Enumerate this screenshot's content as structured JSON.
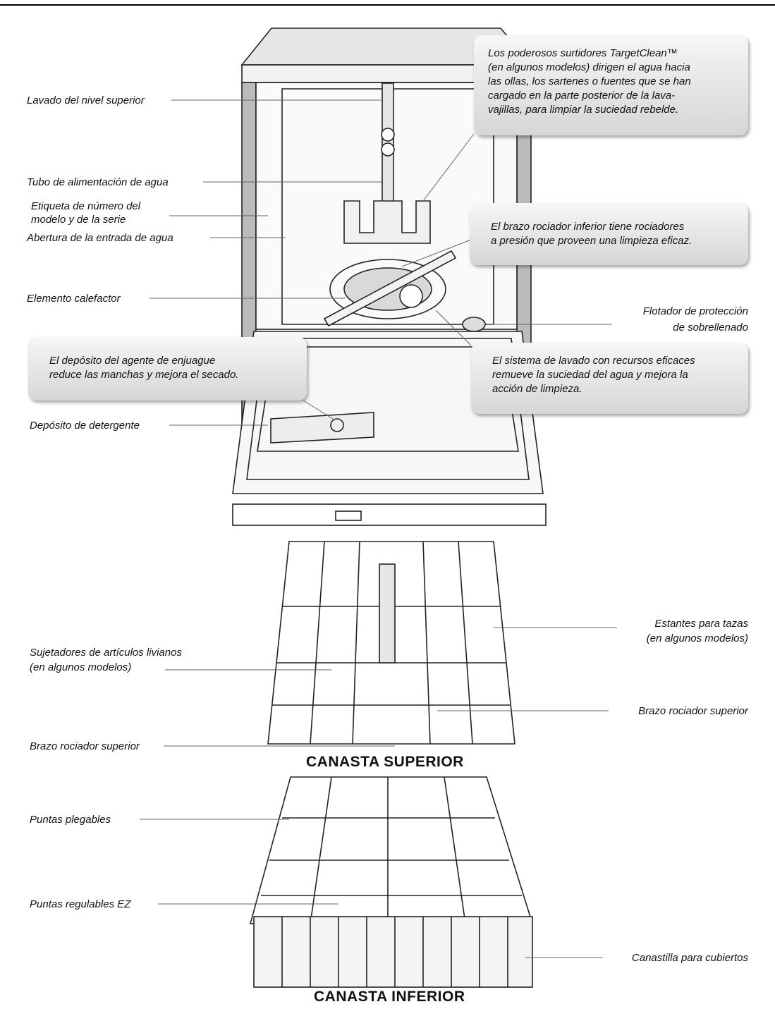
{
  "labels": {
    "upper_level_wash": "Lavado del nivel superior",
    "water_supply_tube": "Tubo de alimentación de agua",
    "model_serial_label_line1": "Etiqueta de número del",
    "model_serial_label_line2": "modelo y de la serie",
    "water_inlet_opening": "Abertura de la entrada de agua",
    "heating_element": "Elemento calefactor",
    "overfill_float_line1": "Flotador de protección",
    "overfill_float_line2": "de sobrellenado",
    "detergent_dispenser": "Depósito de detergente",
    "light_item_holders_line1": "Sujetadores de artículos livianos",
    "light_item_holders_line2": "(en algunos modelos)",
    "cup_shelves_line1": "Estantes para tazas",
    "cup_shelves_line2": "(en algunos modelos)",
    "upper_spray_arm_right": "Brazo rociador superior",
    "upper_spray_arm_left": "Brazo rociador superior",
    "fold_down_tines": "Puntas plegables",
    "ez_adjust_tines": "Puntas regulables EZ",
    "silverware_basket": "Canastilla para cubiertos"
  },
  "callouts": {
    "targetclean": [
      "Los poderosos surtidores TargetClean™",
      "(en algunos modelos) dirigen el agua hacia",
      "las ollas, los sartenes o fuentes que se han",
      "cargado en la parte posterior de la lava-",
      "vajillas, para limpiar la suciedad rebelde."
    ],
    "lower_spray_arm": [
      "El brazo rociador inferior tiene rociadores",
      "a presión que proveen una limpieza eficaz."
    ],
    "rinse_aid": [
      "El depósito del agente de enjuague",
      "reduce las manchas y mejora el secado."
    ],
    "wash_system": [
      "El sistema de lavado con recursos eficaces",
      "remueve la suciedad del agua y mejora la",
      "acción de limpieza."
    ]
  },
  "titles": {
    "upper_rack": "CANASTA SUPERIOR",
    "lower_rack": "CANASTA INFERIOR"
  }
}
